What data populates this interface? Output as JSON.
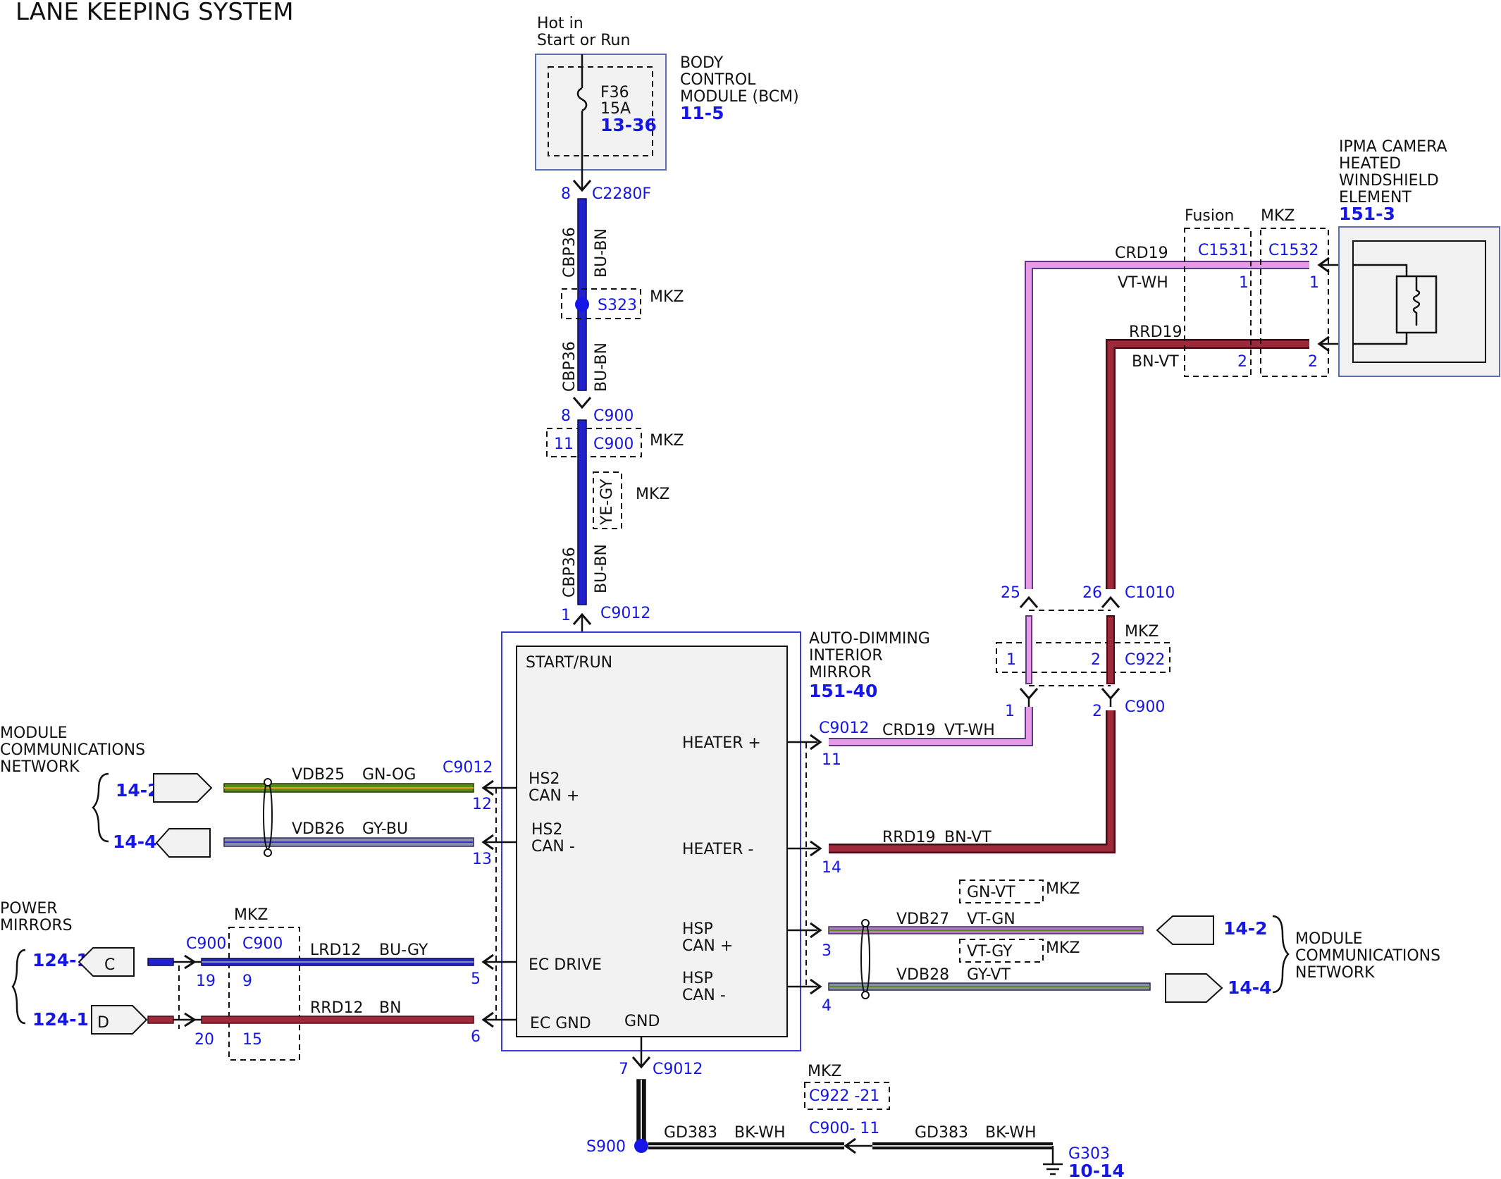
{
  "title": "LANE KEEPING SYSTEM",
  "bcm": {
    "hot_line1": "Hot in",
    "hot_line2": "Start or Run",
    "name_lines": [
      "BODY",
      "CONTROL",
      "MODULE (BCM)"
    ],
    "ref": "11-5",
    "fuse": {
      "id": "F36",
      "rating": "15A",
      "ref": "13-36"
    }
  },
  "ipma": {
    "name_lines": [
      "IPMA CAMERA",
      "HEATED",
      "WINDSHIELD",
      "ELEMENT"
    ],
    "ref": "151-3",
    "fusion_label": "Fusion",
    "mkz_label": "MKZ",
    "c1531": "C1531",
    "c1532": "C1532",
    "pin1": "1",
    "pin2": "2"
  },
  "mirror": {
    "name_lines": [
      "AUTO-DIMMING",
      "INTERIOR",
      "MIRROR"
    ],
    "ref": "151-40",
    "labels": {
      "start_run": "START/RUN",
      "hs2p_1": "HS2",
      "hs2p_2": "CAN +",
      "hs2m_1": "HS2",
      "hs2m_2": "CAN -",
      "heater_p": "HEATER +",
      "heater_m": "HEATER -",
      "hspp_1": "HSP",
      "hspp_2": "CAN +",
      "hspm_1": "HSP",
      "hspm_2": "CAN -",
      "ec_drive": "EC DRIVE",
      "ec_gnd": "EC GND",
      "gnd": "GND"
    }
  },
  "connectors": {
    "c2280f": "C2280F",
    "c2280f_pin": "8",
    "s323": "S323",
    "c900_a": "C900",
    "c900_a_pin": "8",
    "c900_b": "C900",
    "c900_b_pin": "11",
    "c9012_top": "C9012",
    "c9012_top_pin": "1",
    "c1010": "C1010",
    "c1010_pin_a": "25",
    "c1010_pin_b": "26",
    "c922": "C922",
    "c922_pin_a": "1",
    "c922_pin_b": "2",
    "c900_r": "C900",
    "c900_r_pin_a": "1",
    "c900_r_pin_b": "2",
    "c9012_right": "C9012",
    "c9012_left": "C9012",
    "c900_left_a": "C900",
    "c900_left_b": "C900",
    "c9012_bottom": "C9012",
    "c9012_bottom_pin": "7",
    "s900": "S900",
    "c922_21": "C922 -21",
    "c900_11": "C900- 11",
    "g303": "G303",
    "g303_ref": "10-14",
    "mkz": "MKZ"
  },
  "wires": {
    "cbp36": "CBP36",
    "bu_bn": "BU-BN",
    "ye_gy": "YE-GY",
    "crd19": "CRD19",
    "vt_wh": "VT-WH",
    "rrd19": "RRD19",
    "bn_vt": "BN-VT",
    "vdb25": "VDB25",
    "gn_og": "GN-OG",
    "vdb26": "VDB26",
    "gy_bu": "GY-BU",
    "vdb27": "VDB27",
    "vt_gn": "VT-GN",
    "gn_vt": "GN-VT",
    "vdb28": "VDB28",
    "gy_vt": "GY-VT",
    "vt_gy": "VT-GY",
    "lrd12": "LRD12",
    "bu_gy": "BU-GY",
    "rrd12": "RRD12",
    "bn": "BN",
    "gd383": "GD383",
    "bk_wh": "BK-WH"
  },
  "pins": {
    "p12": "12",
    "p13": "13",
    "p5": "5",
    "p6": "6",
    "p11": "11",
    "p14": "14",
    "p3": "3",
    "p4": "4",
    "p19": "19",
    "p9": "9",
    "p20": "20",
    "p15": "15"
  },
  "offpage": {
    "mcn_left": [
      "MODULE",
      "COMMUNICATIONS",
      "NETWORK"
    ],
    "ref_14_2": "14-2",
    "ref_14_4": "14-4",
    "power_mirrors": [
      "POWER",
      "MIRRORS"
    ],
    "ref_124_1": "124-1",
    "c": "C",
    "d": "D",
    "mcn_right": [
      "MODULE",
      "COMMUNICATIONS",
      "NETWORK"
    ]
  },
  "colors": {
    "blue_wire": "#2222cc",
    "pink_wire": "#e79be6",
    "maroon_wire": "#9c2a3a",
    "green_wire": "#5c8a1a",
    "gray_wire": "#8a8fa8",
    "black_wire": "#111111",
    "ref_blue": "#1515e6"
  }
}
